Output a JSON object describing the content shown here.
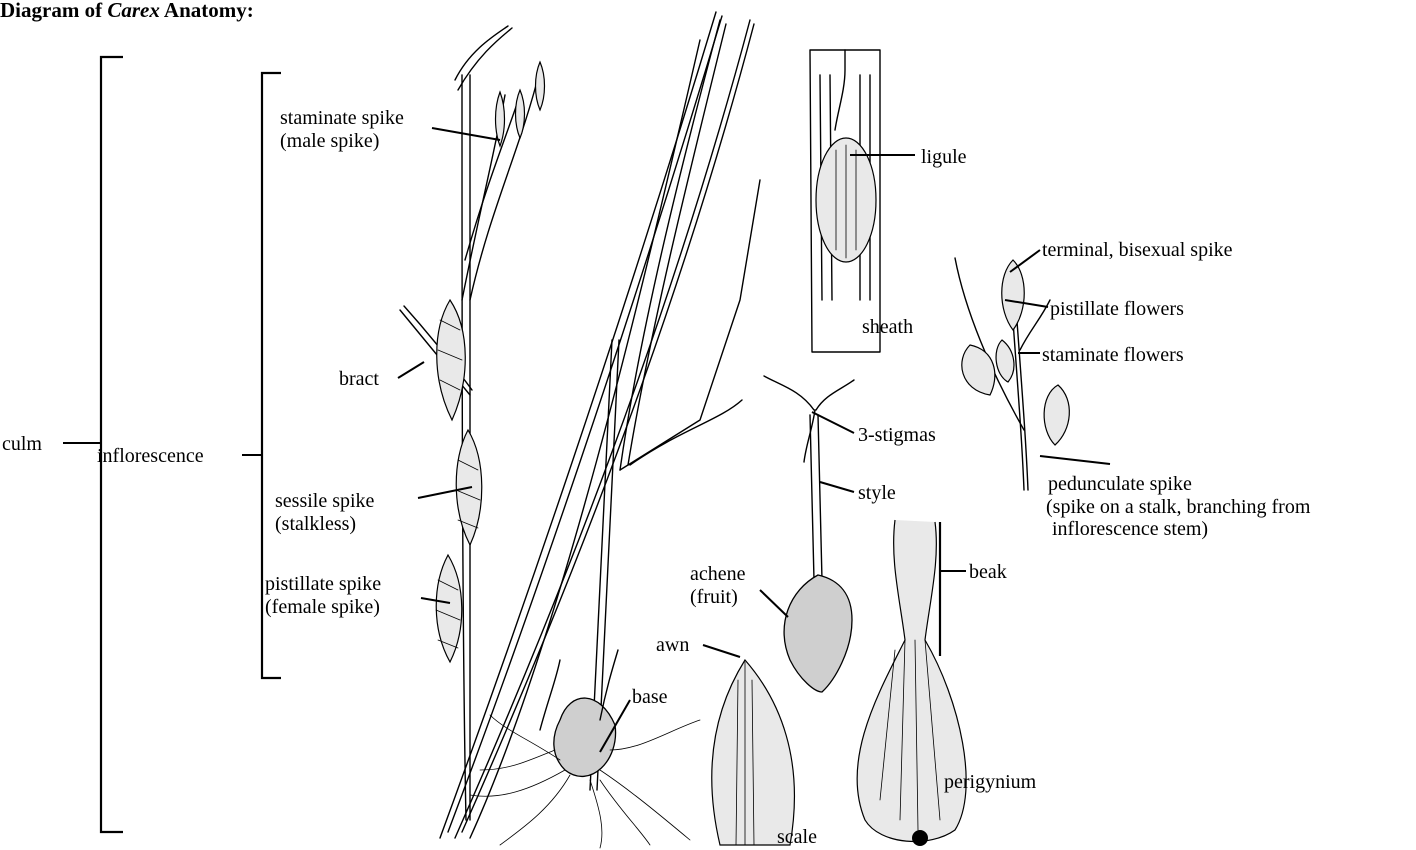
{
  "title": {
    "prefix": "Diagram of ",
    "genus": "Carex",
    "suffix": " Anatomy:"
  },
  "labels": {
    "culm": "culm",
    "inflorescence": "inflorescence",
    "staminate_spike_1": "staminate spike",
    "staminate_spike_2": "(male spike)",
    "bract": "bract",
    "sessile_spike_1": "sessile spike",
    "sessile_spike_2": "(stalkless)",
    "pistillate_spike_1": "pistillate spike",
    "pistillate_spike_2": "(female spike)",
    "ligule": "ligule",
    "sheath": "sheath",
    "terminal_spike": "terminal, bisexual spike",
    "pistillate_flowers": "pistillate flowers",
    "staminate_flowers": "staminate flowers",
    "stigmas": "3-stigmas",
    "style": "style",
    "peduncle_1": "pedunculate spike",
    "peduncle_2": "(spike on a stalk, branching from",
    "peduncle_3": "inflorescence stem)",
    "achene_1": "achene",
    "achene_2": "(fruit)",
    "beak": "beak",
    "awn": "awn",
    "base": "base",
    "perigynium": "perigynium",
    "scale": "scale"
  }
}
